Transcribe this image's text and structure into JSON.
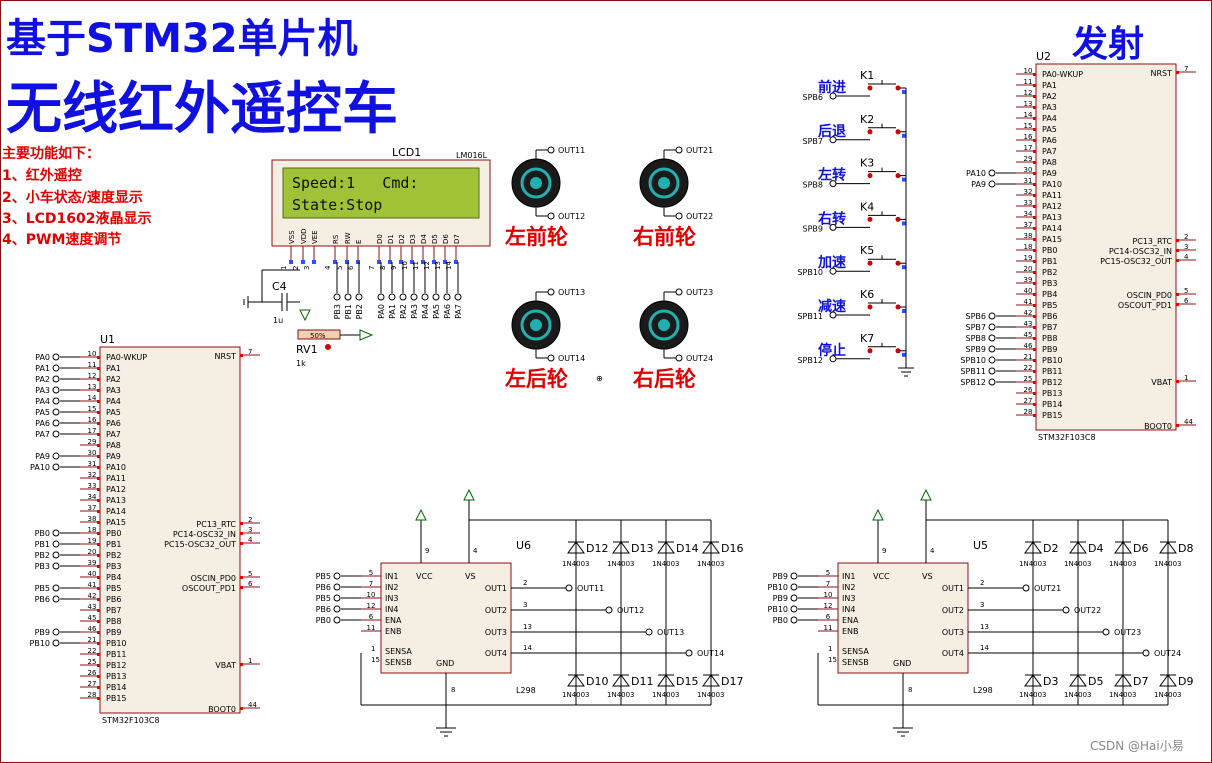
{
  "title": {
    "line1": "基于STM32单片机",
    "line2": "无线红外遥控车"
  },
  "features": {
    "heading": "主要功能如下：",
    "items": [
      "1、红外遥控",
      "2、小车状态/速度显示",
      "3、LCD1602液晶显示",
      "4、PWM速度调节"
    ]
  },
  "transmitter_label": "发射",
  "lcd": {
    "ref": "LCD1",
    "model": "LM016L",
    "row1": "Speed:1   Cmd:",
    "row2": "State:Stop",
    "pins": [
      "VSS",
      "VDD",
      "VEE",
      "RS",
      "RW",
      "E",
      "D0",
      "D1",
      "D2",
      "D3",
      "D4",
      "D5",
      "D6",
      "D7"
    ],
    "nets": [
      "PB3",
      "PB1",
      "PB2",
      "PA0",
      "PA1",
      "PA2",
      "PA3",
      "PA4",
      "PA5",
      "PA6",
      "PA7"
    ]
  },
  "cap": {
    "ref": "C4",
    "value": "1u"
  },
  "pot": {
    "ref": "RV1",
    "value": "1k",
    "percent": "50%"
  },
  "motors": [
    {
      "label": "左前轮",
      "out_a": "OUT11",
      "out_b": "OUT12"
    },
    {
      "label": "右前轮",
      "out_a": "OUT21",
      "out_b": "OUT22"
    },
    {
      "label": "左后轮",
      "out_a": "OUT13",
      "out_b": "OUT14"
    },
    {
      "label": "右后轮",
      "out_a": "OUT23",
      "out_b": "OUT24"
    }
  ],
  "keys": [
    {
      "ref": "K1",
      "label": "前进",
      "net": "SPB6"
    },
    {
      "ref": "K2",
      "label": "后退",
      "net": "SPB7"
    },
    {
      "ref": "K3",
      "label": "左转",
      "net": "SPB8"
    },
    {
      "ref": "K4",
      "label": "右转",
      "net": "SPB9"
    },
    {
      "ref": "K5",
      "label": "加速",
      "net": "SPB10"
    },
    {
      "ref": "K6",
      "label": "减速",
      "net": "SPB11"
    },
    {
      "ref": "K7",
      "label": "停止",
      "net": "SPB12"
    }
  ],
  "u1": {
    "ref": "U1",
    "part": "STM32F103C8",
    "left_pins": [
      {
        "n": "10",
        "name": "PA0-WKUP",
        "net": "PA0"
      },
      {
        "n": "11",
        "name": "PA1",
        "net": "PA1"
      },
      {
        "n": "12",
        "name": "PA2",
        "net": "PA2"
      },
      {
        "n": "13",
        "name": "PA3",
        "net": "PA3"
      },
      {
        "n": "14",
        "name": "PA4",
        "net": "PA4"
      },
      {
        "n": "15",
        "name": "PA5",
        "net": "PA5"
      },
      {
        "n": "16",
        "name": "PA6",
        "net": "PA6"
      },
      {
        "n": "17",
        "name": "PA7",
        "net": "PA7"
      },
      {
        "n": "29",
        "name": "PA8",
        "net": ""
      },
      {
        "n": "30",
        "name": "PA9",
        "net": "PA9"
      },
      {
        "n": "31",
        "name": "PA10",
        "net": "PA10"
      },
      {
        "n": "32",
        "name": "PA11",
        "net": ""
      },
      {
        "n": "33",
        "name": "PA12",
        "net": ""
      },
      {
        "n": "34",
        "name": "PA13",
        "net": ""
      },
      {
        "n": "37",
        "name": "PA14",
        "net": ""
      },
      {
        "n": "38",
        "name": "PA15",
        "net": ""
      },
      {
        "n": "18",
        "name": "PB0",
        "net": "PB0"
      },
      {
        "n": "19",
        "name": "PB1",
        "net": "PB1"
      },
      {
        "n": "20",
        "name": "PB2",
        "net": "PB2"
      },
      {
        "n": "39",
        "name": "PB3",
        "net": "PB3"
      },
      {
        "n": "40",
        "name": "PB4",
        "net": ""
      },
      {
        "n": "41",
        "name": "PB5",
        "net": "PB5"
      },
      {
        "n": "42",
        "name": "PB6",
        "net": "PB6"
      },
      {
        "n": "43",
        "name": "PB7",
        "net": ""
      },
      {
        "n": "45",
        "name": "PB8",
        "net": ""
      },
      {
        "n": "46",
        "name": "PB9",
        "net": "PB9"
      },
      {
        "n": "21",
        "name": "PB10",
        "net": "PB10"
      },
      {
        "n": "22",
        "name": "PB11",
        "net": ""
      },
      {
        "n": "25",
        "name": "PB12",
        "net": ""
      },
      {
        "n": "26",
        "name": "PB13",
        "net": ""
      },
      {
        "n": "27",
        "name": "PB14",
        "net": ""
      },
      {
        "n": "28",
        "name": "PB15",
        "net": ""
      }
    ],
    "right_pins": [
      {
        "n": "7",
        "name": "NRST"
      },
      {
        "n": "2",
        "name": "PC13_RTC"
      },
      {
        "n": "3",
        "name": "PC14-OSC32_IN"
      },
      {
        "n": "4",
        "name": "PC15-OSC32_OUT"
      },
      {
        "n": "5",
        "name": "OSCIN_PD0"
      },
      {
        "n": "6",
        "name": "OSCOUT_PD1"
      },
      {
        "n": "1",
        "name": "VBAT"
      },
      {
        "n": "44",
        "name": "BOOT0"
      }
    ]
  },
  "u2": {
    "ref": "U2",
    "part": "STM32F103C8",
    "left_pins": [
      {
        "n": "10",
        "name": "PA0-WKUP",
        "net": ""
      },
      {
        "n": "11",
        "name": "PA1",
        "net": ""
      },
      {
        "n": "12",
        "name": "PA2",
        "net": ""
      },
      {
        "n": "13",
        "name": "PA3",
        "net": ""
      },
      {
        "n": "14",
        "name": "PA4",
        "net": ""
      },
      {
        "n": "15",
        "name": "PA5",
        "net": ""
      },
      {
        "n": "16",
        "name": "PA6",
        "net": ""
      },
      {
        "n": "17",
        "name": "PA7",
        "net": ""
      },
      {
        "n": "29",
        "name": "PA8",
        "net": ""
      },
      {
        "n": "30",
        "name": "PA9",
        "net": "PA10"
      },
      {
        "n": "31",
        "name": "PA10",
        "net": "PA9"
      },
      {
        "n": "32",
        "name": "PA11",
        "net": ""
      },
      {
        "n": "33",
        "name": "PA12",
        "net": ""
      },
      {
        "n": "34",
        "name": "PA13",
        "net": ""
      },
      {
        "n": "37",
        "name": "PA14",
        "net": ""
      },
      {
        "n": "38",
        "name": "PA15",
        "net": ""
      },
      {
        "n": "18",
        "name": "PB0",
        "net": ""
      },
      {
        "n": "19",
        "name": "PB1",
        "net": ""
      },
      {
        "n": "20",
        "name": "PB2",
        "net": ""
      },
      {
        "n": "39",
        "name": "PB3",
        "net": ""
      },
      {
        "n": "40",
        "name": "PB4",
        "net": ""
      },
      {
        "n": "41",
        "name": "PB5",
        "net": ""
      },
      {
        "n": "42",
        "name": "PB6",
        "net": "SPB6"
      },
      {
        "n": "43",
        "name": "PB7",
        "net": "SPB7"
      },
      {
        "n": "45",
        "name": "PB8",
        "net": "SPB8"
      },
      {
        "n": "46",
        "name": "PB9",
        "net": "SPB9"
      },
      {
        "n": "21",
        "name": "PB10",
        "net": "SPB10"
      },
      {
        "n": "22",
        "name": "PB11",
        "net": "SPB11"
      },
      {
        "n": "25",
        "name": "PB12",
        "net": "SPB12"
      },
      {
        "n": "26",
        "name": "PB13",
        "net": ""
      },
      {
        "n": "27",
        "name": "PB14",
        "net": ""
      },
      {
        "n": "28",
        "name": "PB15",
        "net": ""
      }
    ],
    "right_pins": [
      {
        "n": "7",
        "name": "NRST"
      },
      {
        "n": "2",
        "name": "PC13_RTC"
      },
      {
        "n": "3",
        "name": "PC14-OSC32_IN"
      },
      {
        "n": "4",
        "name": "PC15-OSC32_OUT"
      },
      {
        "n": "5",
        "name": "OSCIN_PD0"
      },
      {
        "n": "6",
        "name": "OSCOUT_PD1"
      },
      {
        "n": "1",
        "name": "VBAT"
      },
      {
        "n": "44",
        "name": "BOOT0"
      }
    ]
  },
  "drivers": [
    {
      "ref": "U6",
      "part": "L298",
      "inputs": [
        {
          "net": "PB5",
          "pin": "5",
          "name": "IN1"
        },
        {
          "net": "PB6",
          "pin": "7",
          "name": "IN2"
        },
        {
          "net": "PB5",
          "pin": "10",
          "name": "IN3"
        },
        {
          "net": "PB6",
          "pin": "12",
          "name": "IN4"
        },
        {
          "net": "PB0",
          "pin": "6",
          "name": "ENA"
        },
        {
          "net": "",
          "pin": "11",
          "name": "ENB"
        }
      ],
      "outs": [
        "OUT11",
        "OUT12",
        "OUT13",
        "OUT14"
      ],
      "diodes_top": [
        "D12",
        "D13",
        "D14",
        "D16"
      ],
      "diodes_bot": [
        "D10",
        "D11",
        "D15",
        "D17"
      ],
      "diode_part": "1N4003"
    },
    {
      "ref": "U5",
      "part": "L298",
      "inputs": [
        {
          "net": "PB9",
          "pin": "5",
          "name": "IN1"
        },
        {
          "net": "PB10",
          "pin": "7",
          "name": "IN2"
        },
        {
          "net": "PB9",
          "pin": "10",
          "name": "IN3"
        },
        {
          "net": "PB10",
          "pin": "12",
          "name": "IN4"
        },
        {
          "net": "PB0",
          "pin": "6",
          "name": "ENA"
        },
        {
          "net": "",
          "pin": "11",
          "name": "ENB"
        }
      ],
      "outs": [
        "OUT21",
        "OUT22",
        "OUT23",
        "OUT24"
      ],
      "diodes_top": [
        "D2",
        "D4",
        "D6",
        "D8"
      ],
      "diodes_bot": [
        "D3",
        "D5",
        "D7",
        "D9"
      ],
      "diode_part": "1N4003"
    }
  ],
  "l298_pins": {
    "vcc": "VCC",
    "vs": "VS",
    "gnd": "GND",
    "sensa": "SENSA",
    "sensb": "SENSB",
    "out1": "OUT1",
    "out2": "OUT2",
    "out3": "OUT3",
    "out4": "OUT4",
    "p9": "9",
    "p4": "4",
    "p8": "8",
    "p1": "1",
    "p15": "15",
    "p2": "2",
    "p3": "3",
    "p13": "13",
    "p14": "14"
  },
  "watermark": "CSDN @Hai小易",
  "colors": {
    "title": "#1010e0",
    "red": "#e00000",
    "chip_border": "#8a1010",
    "chip_fill": "#f5efe3",
    "lcd_bg": "#9fc236"
  }
}
